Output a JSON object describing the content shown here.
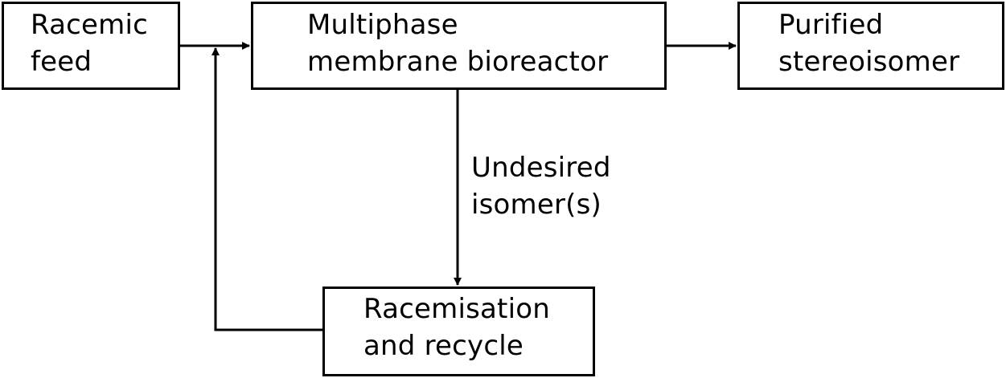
{
  "nodes": {
    "racemic_feed": {
      "lines": [
        "Racemic",
        "feed"
      ]
    },
    "bioreactor": {
      "lines": [
        "Multiphase",
        "membrane bioreactor"
      ]
    },
    "purified": {
      "lines": [
        "Purified",
        "stereoisomer"
      ]
    },
    "racemisation": {
      "lines": [
        "Racemisation",
        "and recycle"
      ]
    }
  },
  "edge_labels": {
    "undesired": {
      "lines": [
        "Undesired",
        "isomer(s)"
      ]
    }
  },
  "edges": [
    {
      "from": "racemic_feed",
      "to": "bioreactor"
    },
    {
      "from": "bioreactor",
      "to": "purified"
    },
    {
      "from": "bioreactor",
      "to": "racemisation"
    },
    {
      "from": "racemisation",
      "to": "bioreactor"
    }
  ],
  "colors": {
    "stroke": "#000000",
    "background": "#ffffff"
  }
}
